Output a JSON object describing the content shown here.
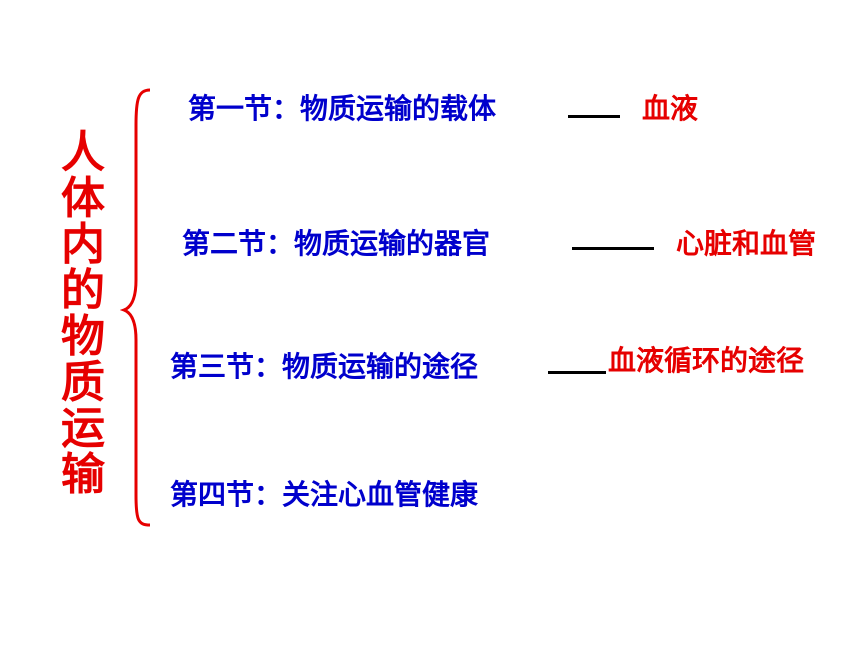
{
  "title": "人体内的物质运输",
  "colors": {
    "title": "#e60000",
    "section": "#0000cc",
    "answer": "#e60000",
    "connector": "#000000"
  },
  "sections": [
    {
      "label": "第一节：物质运输的载体",
      "answer": "血液"
    },
    {
      "label": "第二节：物质运输的器官",
      "answer": "心脏和血管"
    },
    {
      "label": "第三节：物质运输的途径",
      "answer": "血液循环的途径"
    },
    {
      "label": "第四节：关注心血管健康"
    }
  ]
}
